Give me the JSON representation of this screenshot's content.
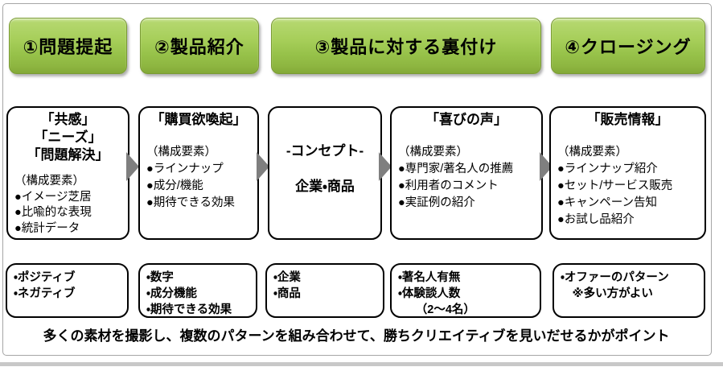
{
  "slide": {
    "footer_note": "多くの素材を撮影し、複数のパターンを組み合わせて、勝ちクリエイティブを見いだせるかがポイント"
  },
  "stages": [
    {
      "label": "①問題提起"
    },
    {
      "label": "②製品紹介"
    },
    {
      "label": "③製品に対する裏付け"
    },
    {
      "label": "④クロージング"
    }
  ],
  "content_boxes": [
    {
      "title_lines": [
        "「共感」",
        "「ニーズ」",
        "「問題解決」"
      ],
      "subtitle": "（構成要素）",
      "items": [
        "●イメージ芝居",
        "●比喩的な表現",
        "●統計データ"
      ]
    },
    {
      "title_lines": [
        "「購買欲喚起」"
      ],
      "subtitle": "（構成要素）",
      "items": [
        "●ラインナップ",
        "●成分/機能",
        "●期待できる効果"
      ]
    },
    {
      "title_lines": [
        "-コンセプト-",
        "企業・商品"
      ]
    },
    {
      "title_lines": [
        "「喜びの声」"
      ],
      "subtitle": "（構成要素）",
      "items": [
        "●専門家/著名人の推薦",
        "●利用者のコメント",
        "●実証例の紹介"
      ]
    },
    {
      "title_lines": [
        "「販売情報」"
      ],
      "subtitle": "（構成要素）",
      "items": [
        "●ラインナップ紹介",
        "●セット/サービス販売",
        "●キャンペーン告知",
        "●お試し品紹介"
      ]
    }
  ],
  "note_boxes": [
    {
      "lines": [
        "・ポジティブ",
        "・ネガティブ",
        ""
      ]
    },
    {
      "lines": [
        "・数字",
        "・成分機能",
        "・期待できる効果"
      ]
    },
    {
      "lines": [
        "・企業",
        "・商品",
        ""
      ]
    },
    {
      "lines": [
        "・著名人有無",
        "・体験談人数",
        "　　（2～4名）"
      ]
    },
    {
      "lines": [
        "・オファーのパターン",
        "　※多い方がよい",
        ""
      ]
    }
  ],
  "colors": {
    "stage_gradient_top": "#cfe6a0",
    "stage_gradient_bottom": "#83a938",
    "stage_border": "#7a9b33",
    "arrow_gray": "#7f7f7f",
    "box_border": "#000000",
    "slide_border": "#a6a6a6",
    "bottom_strip": "#c8c8c8"
  }
}
